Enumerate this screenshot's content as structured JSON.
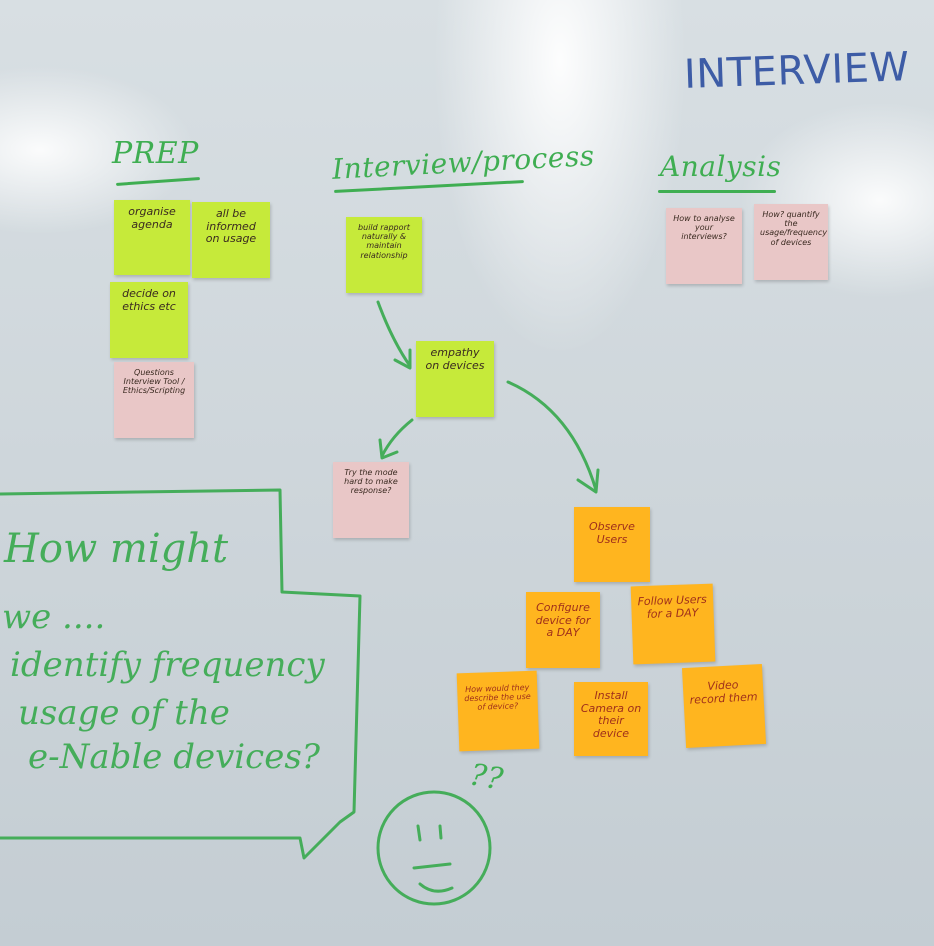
{
  "headings": {
    "interview": "INTERVIEW",
    "prep": "PREP",
    "interview_process": "Interview/process",
    "analysis": "Analysis"
  },
  "prep_notes": [
    {
      "text": "organise agenda",
      "color": "lime"
    },
    {
      "text": "all be informed on usage",
      "color": "lime"
    },
    {
      "text": "decide on ethics etc",
      "color": "lime"
    },
    {
      "text": "Questions Interview Tool / Ethics/Scripting",
      "color": "pink"
    }
  ],
  "process_notes": [
    {
      "text": "build rapport naturally & maintain relationship",
      "color": "lime"
    },
    {
      "text": "empathy on devices",
      "color": "lime"
    },
    {
      "text": "Try the mode hard to make response?",
      "color": "pink"
    }
  ],
  "analysis_notes": [
    {
      "text": "How to analyse your interviews?",
      "color": "pink"
    },
    {
      "text": "How? quantify the usage/frequency of devices",
      "color": "pink"
    }
  ],
  "orange_notes": [
    {
      "text": "Observe Users"
    },
    {
      "text": "Configure device for a DAY"
    },
    {
      "text": "Follow Users for a DAY"
    },
    {
      "text": "How would they describe the use of device?"
    },
    {
      "text": "Install Camera on their device"
    },
    {
      "text": "Video record them"
    }
  ],
  "hmw": {
    "line1": "How might",
    "line2": "we ....",
    "line3": "identify frequency",
    "line4": "usage of the",
    "line5": "e-Nable devices?"
  },
  "doodle": {
    "question_marks": "??"
  },
  "colors": {
    "marker_green": "#3fae52",
    "marker_blue": "#3d5ca6",
    "note_lime": "#c6ea3a",
    "note_pink": "#e9c7c7",
    "note_orange": "#ffb51f"
  }
}
